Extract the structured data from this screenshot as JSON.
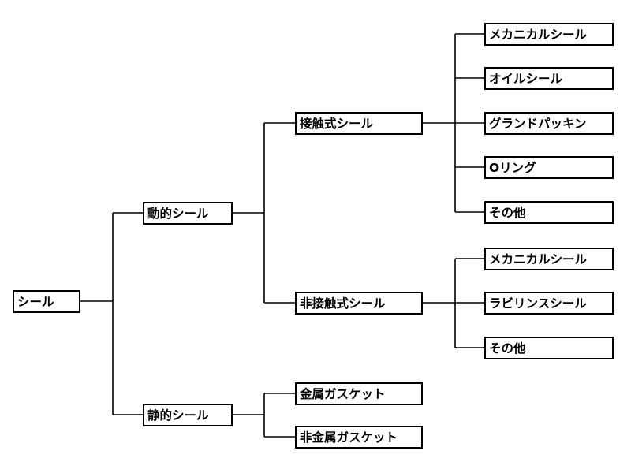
{
  "tree": {
    "root": {
      "label": "シール"
    },
    "dynamic": {
      "label": "動的シール",
      "contact": {
        "label": "接触式シール",
        "children": [
          "メカニカルシール",
          "オイルシール",
          "グランドパッキン",
          "Oリング",
          "その他"
        ]
      },
      "noncontact": {
        "label": "非接触式シール",
        "children": [
          "メカニカルシール",
          "ラビリンスシール",
          "その他"
        ]
      }
    },
    "static": {
      "label": "静的シール",
      "children": [
        "金属ガスケット",
        "非金属ガスケット"
      ]
    }
  },
  "style": {
    "line_color": "#000000",
    "box_border": "#000000",
    "background": "#ffffff"
  }
}
